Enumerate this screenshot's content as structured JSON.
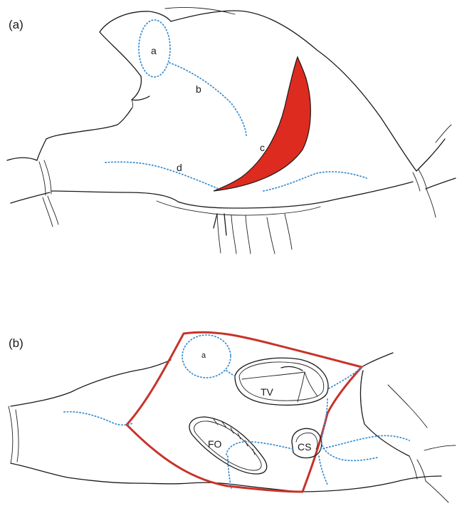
{
  "panels": [
    {
      "label": "(a)",
      "regions": {
        "a": "a",
        "b": "b",
        "c": "c",
        "d": "d"
      }
    },
    {
      "label": "(b)",
      "regions": {
        "a": "a",
        "tv": "TV",
        "fo": "FO",
        "cs": "CS"
      }
    }
  ],
  "colors": {
    "accent_red": "#dd2b1f",
    "outline_red": "#c8322a",
    "dotted_blue": "#3a8fd1",
    "ink": "#1a1a1a"
  }
}
